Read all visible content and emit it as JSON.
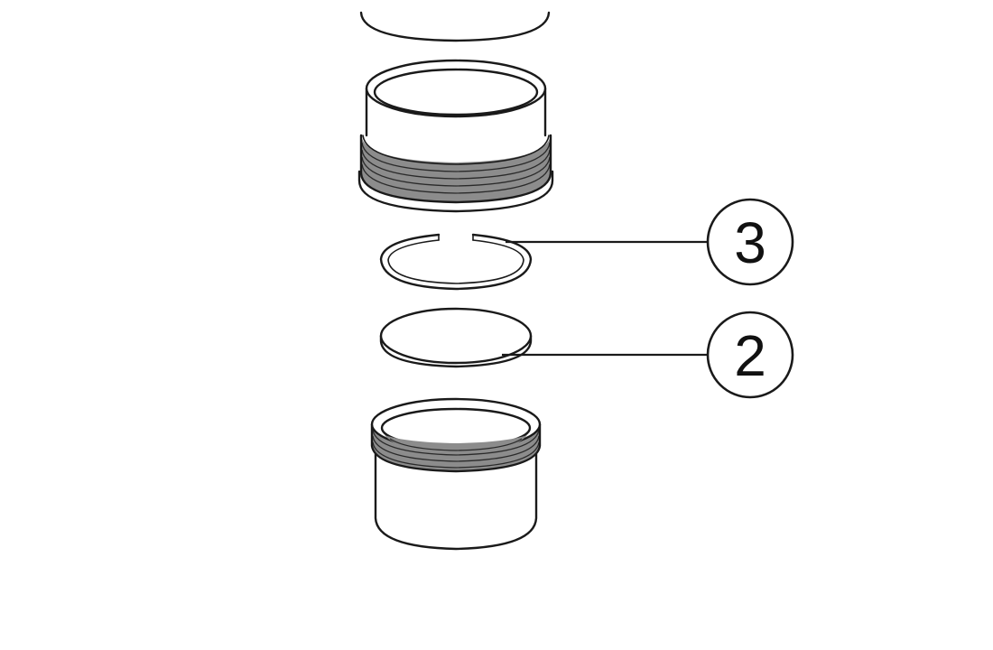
{
  "callouts": [
    {
      "label": "3",
      "part": "snap-ring"
    },
    {
      "label": "2",
      "part": "disc"
    }
  ],
  "colors": {
    "line": "#1a1a1a",
    "thread_shade": "#8c8c8c",
    "background": "#ffffff"
  }
}
